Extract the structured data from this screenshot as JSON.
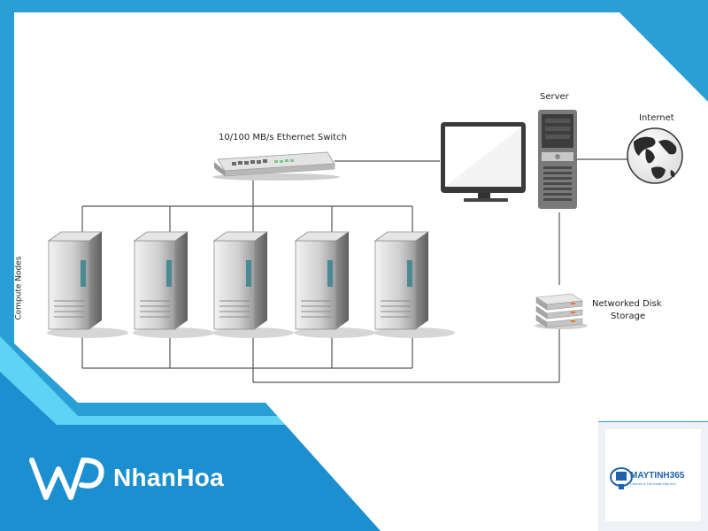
{
  "diagram": {
    "switch_label": "10/100 MB/s Ethernet Switch",
    "server_label": "Server",
    "internet_label": "Internet",
    "compute_nodes_label": "Compute Nodes",
    "storage_label_line1": "Networked Disk",
    "storage_label_line2": "Storage",
    "compute_node_count": 5
  },
  "branding": {
    "name": "NhanHoa",
    "partner_name": "MAYTINH365",
    "partner_tagline": "Chia sẻ & Thủ thuật Máy tính"
  },
  "colors": {
    "frame_blue": "#2a9fd6",
    "accent_cyan": "#5fd3f3",
    "background": "#ffffff",
    "line": "#555555"
  }
}
